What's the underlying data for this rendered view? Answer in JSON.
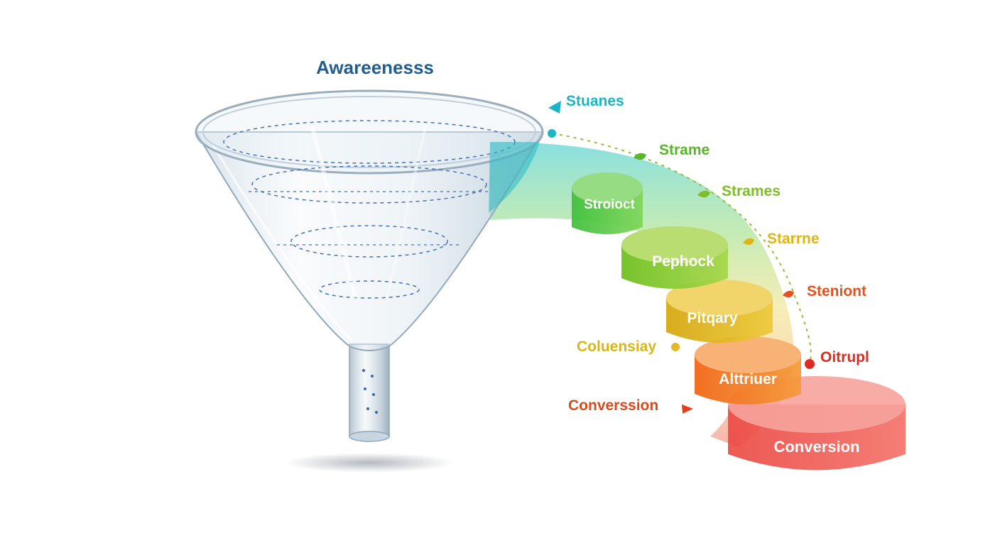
{
  "funnel": {
    "title": "Awareenesss"
  },
  "stages": [
    {
      "label": "Stroioct",
      "color": "#4cc33a"
    },
    {
      "label": "Pephock",
      "color": "#7cc61e"
    },
    {
      "label": "Pitqary",
      "color": "#d7b20e"
    },
    {
      "label": "Alttriuer",
      "color": "#f07a14"
    },
    {
      "label": "Conversion",
      "color": "#ec3c3c"
    }
  ],
  "side_labels": [
    {
      "text": "Stuanes",
      "color": "#1ab6c8"
    },
    {
      "text": "Strame",
      "color": "#58b52c"
    },
    {
      "text": "Strames",
      "color": "#7fbf26"
    },
    {
      "text": "Starrne",
      "color": "#e0b417"
    },
    {
      "text": "Steniont",
      "color": "#e2531f"
    },
    {
      "text": "Oitrupl",
      "color": "#d72e22"
    },
    {
      "text": "Coluensiay",
      "color": "#d9b51d"
    },
    {
      "text": "Converssion",
      "color": "#d94a1d"
    }
  ]
}
